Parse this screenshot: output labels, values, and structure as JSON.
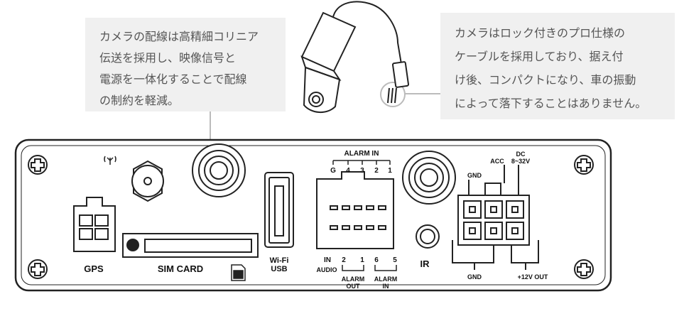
{
  "callouts": {
    "left": {
      "lines": [
        "カメラの配線は高精細コリニア",
        "伝送を採用し、映像信号と",
        "電源を一体化することで配線",
        "の制約を軽減。"
      ]
    },
    "right": {
      "lines": [
        "カメラはロック付きのプロ仕様の",
        "ケーブルを採用しており、据え付",
        "け後、コンパクトになり、車の振動",
        "によって落下することはありません。"
      ]
    }
  },
  "panel": {
    "gps_label": "GPS",
    "sim_label": "SIM CARD",
    "wifi_label": "Wi-Fi",
    "usb_label": "USB",
    "alarm_in_top": "ALARM IN",
    "alarm_in_pins": [
      "G",
      "4",
      "3",
      "2",
      "1"
    ],
    "ir_label": "IR",
    "gnd_top": "GND",
    "acc_label": "ACC",
    "dc_label": "DC",
    "dc_range": "8~32V",
    "in_label": "IN",
    "audio_label": "AUDIO",
    "pin_2": "2",
    "pin_1": "1",
    "pin_6": "6",
    "pin_5": "5",
    "alarm_label": "ALARM",
    "out_label": "OUT",
    "in2_label": "IN",
    "gnd_bottom": "GND",
    "plus12_out": "+12V OUT"
  }
}
